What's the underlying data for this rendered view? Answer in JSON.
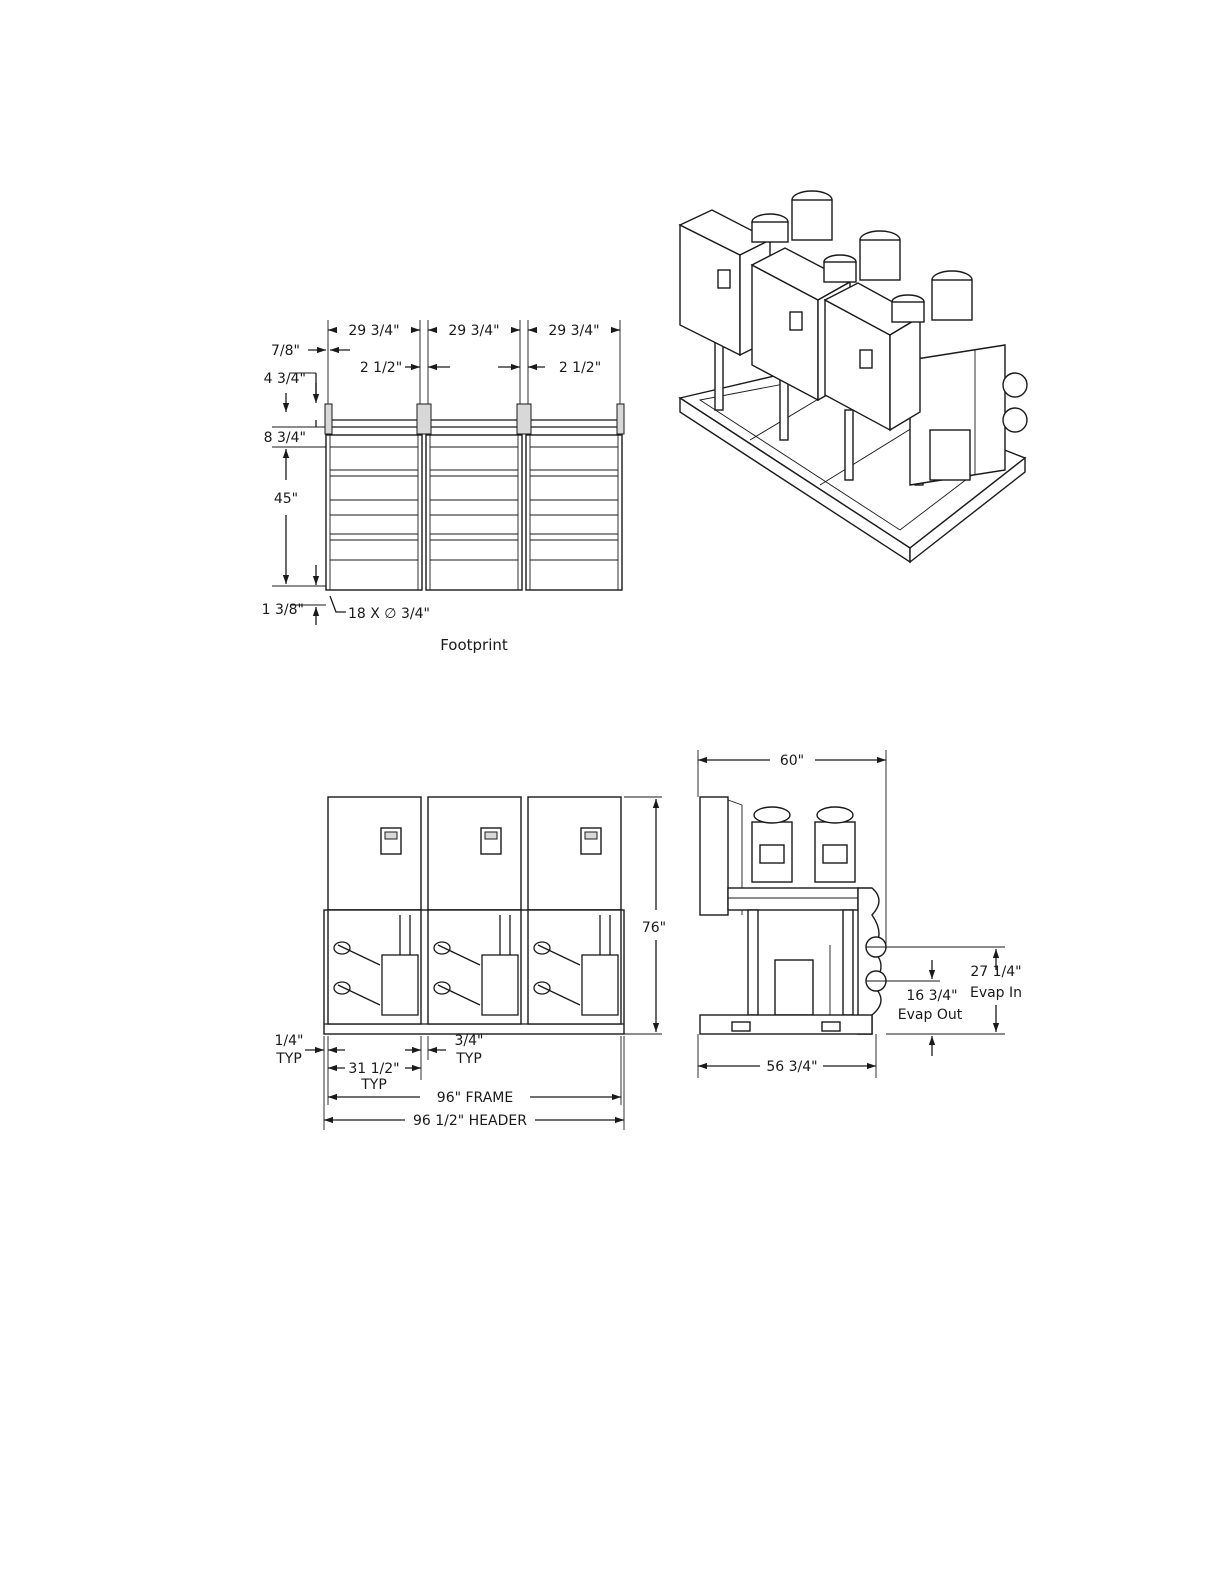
{
  "footprint": {
    "caption": "Footprint",
    "module_width": "29 3/4\"",
    "gap_between": "2 1/2\"",
    "left_offset": "7/8\"",
    "top_offset": "4 3/4\"",
    "header_depth": "8 3/4\"",
    "frame_depth": "45\"",
    "bottom_offset": "1 3/8\"",
    "holes": "18 X ∅ 3/4\""
  },
  "front_view": {
    "height": "76\"",
    "left_margin": "1/4\"",
    "left_margin_typ": "TYP",
    "module_pitch": "31 1/2\"",
    "module_pitch_typ": "TYP",
    "module_gap": "3/4\"",
    "module_gap_typ": "TYP",
    "frame_width": "96\" FRAME",
    "header_width": "96 1/2\" HEADER"
  },
  "side_view": {
    "overall_depth": "60\"",
    "frame_depth": "56 3/4\"",
    "evap_in_height": "27 1/4\"",
    "evap_in_label": "Evap In",
    "evap_out_height": "16 3/4\"",
    "evap_out_label": "Evap Out"
  }
}
